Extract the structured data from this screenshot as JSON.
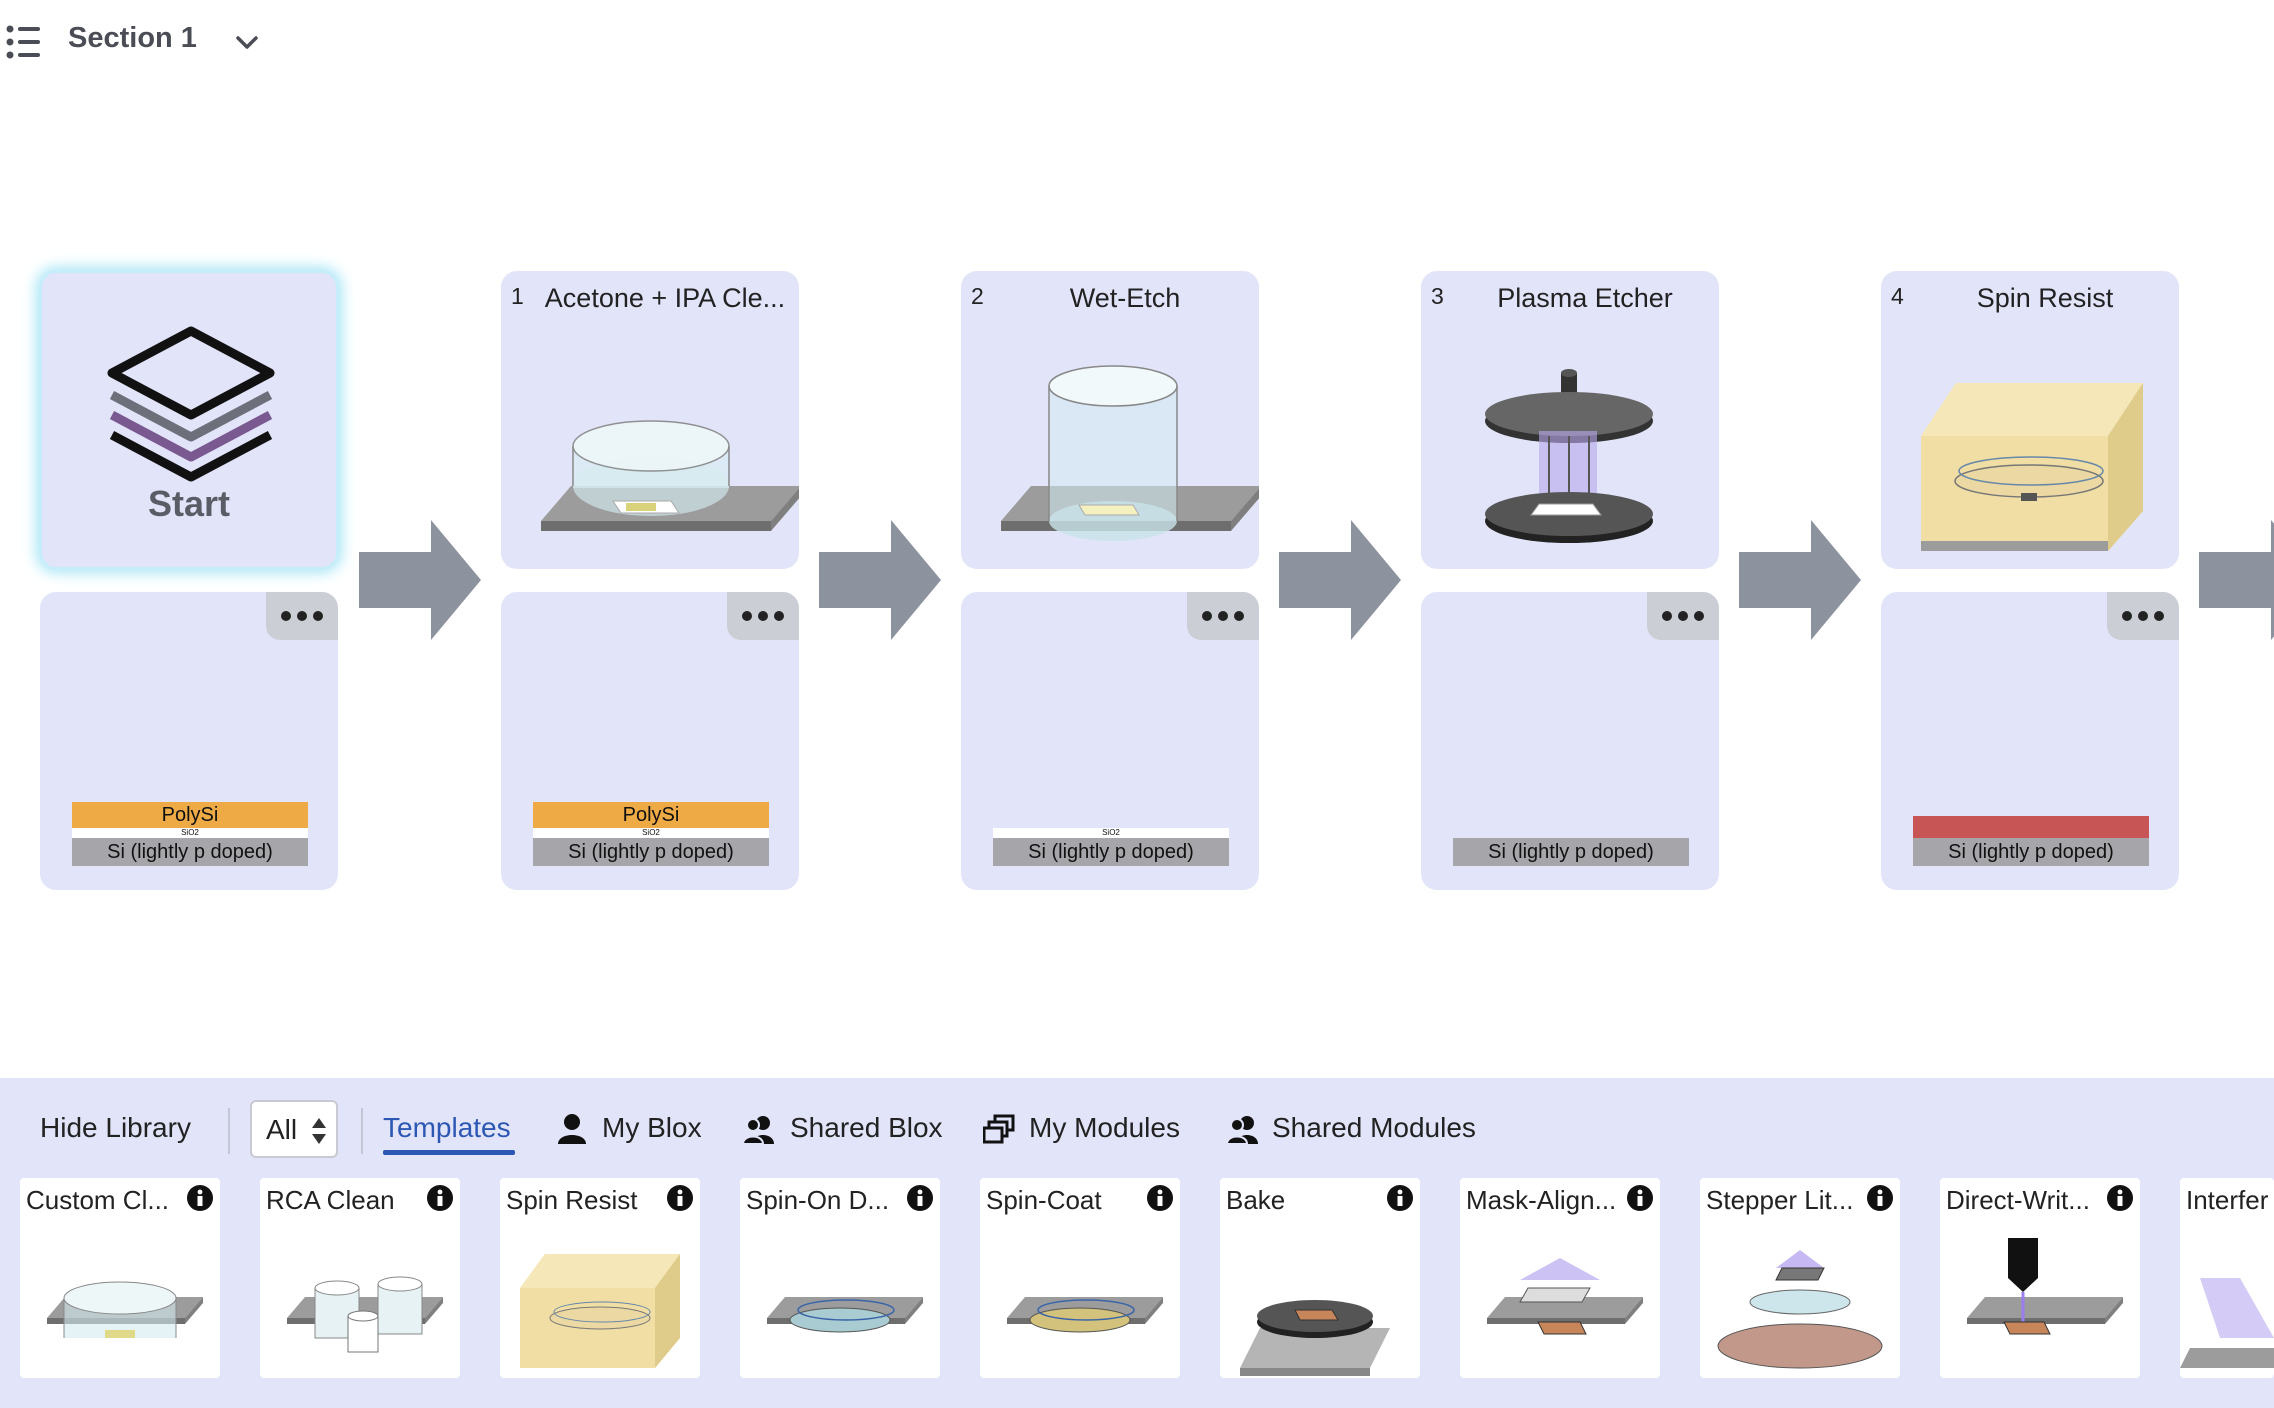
{
  "header": {
    "section_title": "Section 1"
  },
  "flow": {
    "start_label": "Start",
    "steps": [
      {
        "num": "1",
        "title": "Acetone + IPA Cle..."
      },
      {
        "num": "2",
        "title": "Wet-Etch"
      },
      {
        "num": "3",
        "title": "Plasma Etcher"
      },
      {
        "num": "4",
        "title": "Spin Resist"
      }
    ],
    "stacks": {
      "start": {
        "poly": "PolySi",
        "sio2": "SiO2",
        "si": "Si (lightly p doped)"
      },
      "s1": {
        "poly": "PolySi",
        "sio2": "SiO2",
        "si": "Si (lightly p doped)"
      },
      "s2": {
        "sio2": "SiO2",
        "si": "Si (lightly p doped)"
      },
      "s3": {
        "si": "Si (lightly p doped)"
      },
      "s4": {
        "si": "Si (lightly p doped)"
      }
    }
  },
  "library": {
    "hide_label": "Hide Library",
    "filter_value": "All",
    "tabs": {
      "templates": "Templates",
      "my_blox": "My Blox",
      "shared_blox": "Shared Blox",
      "my_modules": "My Modules",
      "shared_modules": "Shared Modules"
    },
    "tiles": [
      "Custom Cl...",
      "RCA Clean",
      "Spin Resist",
      "Spin-On D...",
      "Spin-Coat",
      "Bake",
      "Mask-Align...",
      "Stepper Lit...",
      "Direct-Writ...",
      "Interfer"
    ]
  },
  "colors": {
    "card_bg": "#e2e4fa",
    "arrow": "#8d929f",
    "polysi": "#eeaa45",
    "si": "#a6a6aa",
    "resist": "#c85555",
    "active_tab": "#2c58b4"
  }
}
